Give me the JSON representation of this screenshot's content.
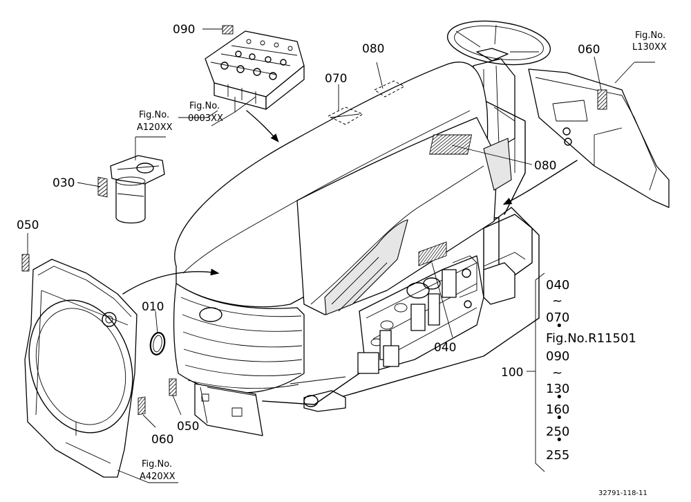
{
  "callouts": {
    "c010": "010",
    "c030": "030",
    "c040": "040",
    "c050_left": "050",
    "c050_bottom": "050",
    "c060_bottom": "060",
    "c060_right": "060",
    "c070": "070",
    "c080_top": "080",
    "c080_right": "080",
    "c090": "090",
    "c100": "100"
  },
  "figure_refs": {
    "engine": {
      "line1": "Fig.No.",
      "line2": "0003XX"
    },
    "filter": {
      "line1": "Fig.No.",
      "line2": "A120XX"
    },
    "fender": {
      "line1": "Fig.No.",
      "line2": "L130XX"
    },
    "radiator": {
      "line1": "Fig.No.",
      "line2": "A420XX"
    }
  },
  "kit_list": [
    "040",
    "~",
    "070",
    "•",
    "Fig.No.R11501",
    "090",
    "~",
    "130",
    "•",
    "160",
    "•",
    "250",
    "•",
    "255"
  ],
  "document_code": "32791-118-11"
}
